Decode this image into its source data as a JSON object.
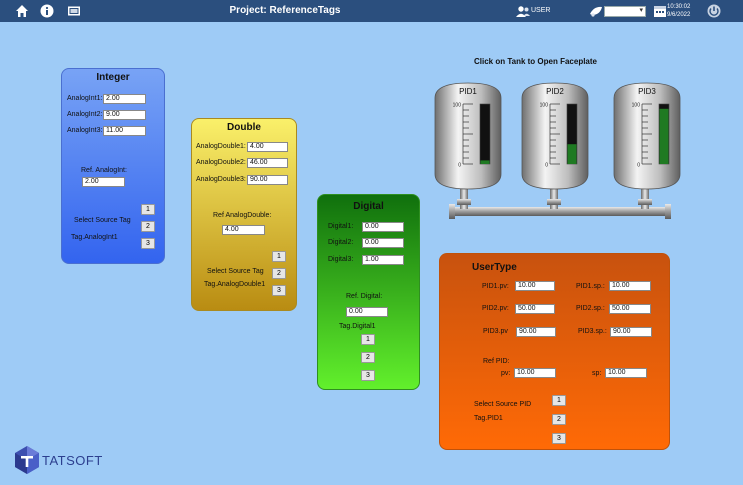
{
  "header": {
    "title": "Project: ReferenceTags",
    "user": "USER",
    "time": "10:30:02",
    "date": "9/6/2022"
  },
  "colors": {
    "topbar": "#2b4f7e",
    "background": "#9ecbf6",
    "integer_panel": "#4471f0",
    "double_panel": "#c8a928",
    "digital_panel": "#3fb82e",
    "usertype_panel": "#e9680c",
    "level_fill": "#1f7a22"
  },
  "integer": {
    "title": "Integer",
    "rows": [
      {
        "label": "AnalogInt1:",
        "value": "2.00"
      },
      {
        "label": "AnalogInt2:",
        "value": "9.00"
      },
      {
        "label": "AnalogInt3:",
        "value": "11.00"
      }
    ],
    "ref_label": "Ref. AnalogInt:",
    "ref_value": "2.00",
    "select_label": "Select Source Tag",
    "tag_label": "Tag.AnalogInt1",
    "buttons": [
      "1",
      "2",
      "3"
    ]
  },
  "double": {
    "title": "Double",
    "rows": [
      {
        "label": "AnalogDouble1:",
        "value": "4.00"
      },
      {
        "label": "AnalogDouble2:",
        "value": "46.00"
      },
      {
        "label": "AnalogDouble3:",
        "value": "90.00"
      }
    ],
    "ref_label": "Ref AnalogDouble:",
    "ref_value": "4.00",
    "select_label": "Select Source Tag",
    "tag_label": "Tag.AnalogDouble1",
    "buttons": [
      "1",
      "2",
      "3"
    ]
  },
  "digital": {
    "title": "Digital",
    "rows": [
      {
        "label": "Digital1:",
        "value": "0.00"
      },
      {
        "label": "Digital2:",
        "value": "0.00"
      },
      {
        "label": "Digital3:",
        "value": "1.00"
      }
    ],
    "ref_label": "Ref. Digital:",
    "ref_value": "0.00",
    "tag_label": "Tag.Digital1",
    "buttons": [
      "1",
      "2",
      "3"
    ]
  },
  "tanks": {
    "caption": "Click on Tank to Open Faceplate",
    "scale_max": "100",
    "scale_min": "0",
    "items": [
      {
        "name": "PID1",
        "level": 0.06
      },
      {
        "name": "PID2",
        "level": 0.33
      },
      {
        "name": "PID3",
        "level": 0.92
      }
    ]
  },
  "usertype": {
    "title": "UserType",
    "rows": [
      {
        "pv_label": "PID1.pv:",
        "pv": "10.00",
        "sp_label": "PID1.sp.:",
        "sp": "10.00"
      },
      {
        "pv_label": "PID2.pv:",
        "pv": "50.00",
        "sp_label": "PID2.sp.:",
        "sp": "50.00"
      },
      {
        "pv_label": "PID3.pv",
        "pv": "90.00",
        "sp_label": "PID3.sp.:",
        "sp": "90.00"
      }
    ],
    "ref_label": "Ref PID:",
    "ref_pv_label": "pv:",
    "ref_pv": "10.00",
    "ref_sp_label": "sp:",
    "ref_sp": "10.00",
    "select_label": "Select Source PID",
    "tag_label": "Tag.PID1",
    "buttons": [
      "1",
      "2",
      "3"
    ]
  },
  "branding": {
    "logo_text": "TATSOFT"
  }
}
